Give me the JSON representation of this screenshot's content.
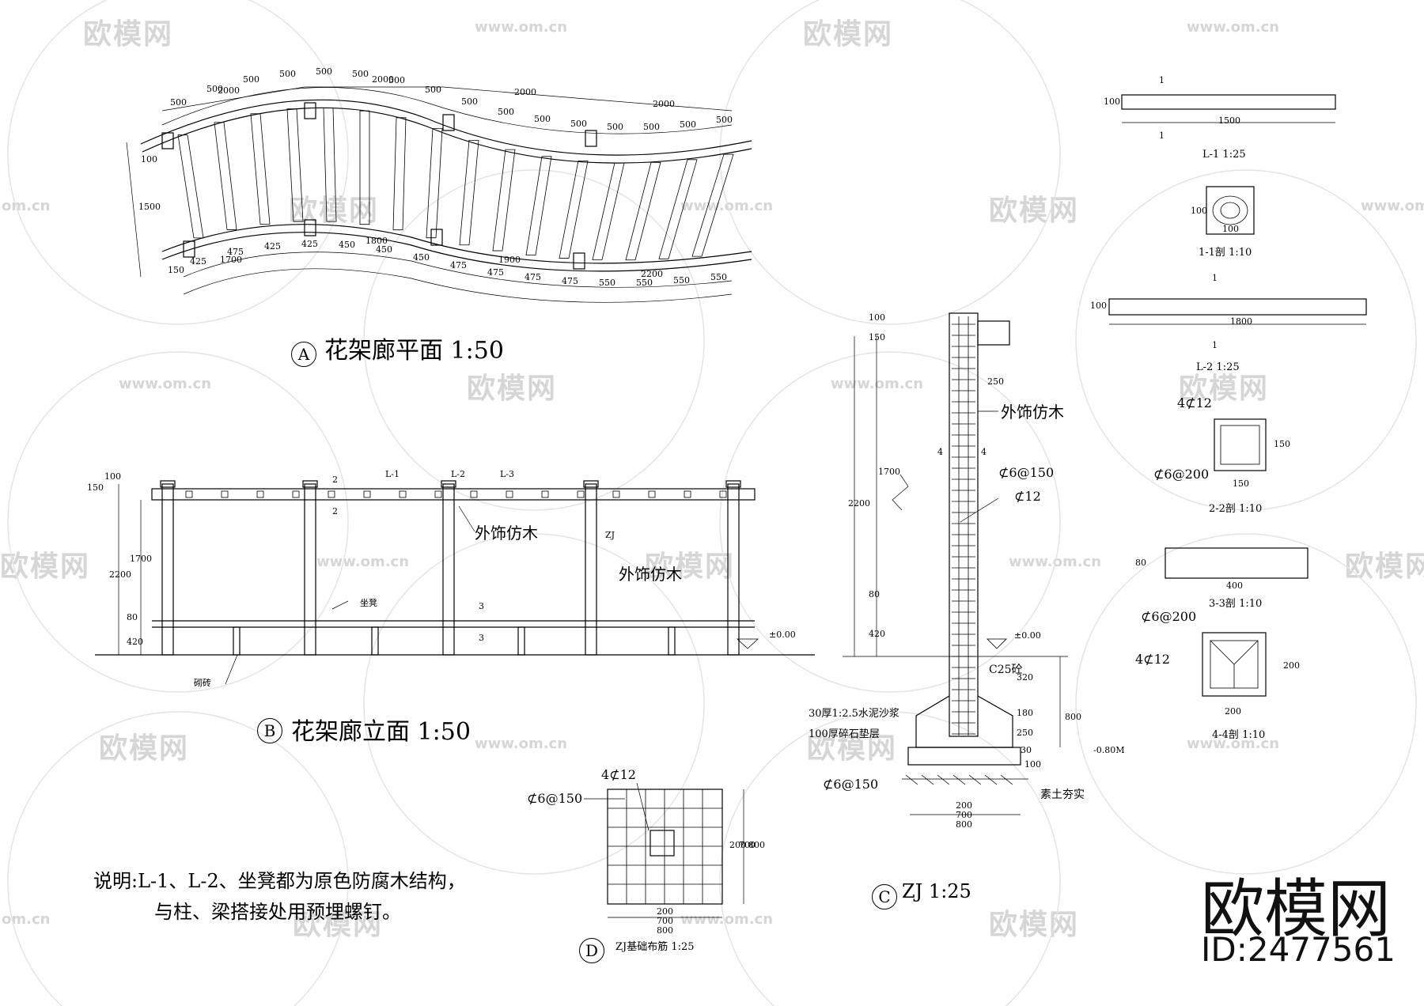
{
  "watermark": {
    "name": "欧模网",
    "url": "www.om.cn",
    "url_fragment": "om.cn"
  },
  "plan": {
    "title": "花架廊平面 1:50",
    "tag": "A",
    "top_dims": [
      "2000",
      "2000",
      "2000",
      "2000"
    ],
    "top_sub_dims": [
      "500",
      "500",
      "500",
      "500",
      "500",
      "500",
      "500",
      "500",
      "500",
      "500",
      "500",
      "500",
      "500",
      "500",
      "500",
      "500"
    ],
    "bottom_dims": [
      "1700",
      "1800",
      "1900",
      "2200"
    ],
    "bottom_sub_dims": [
      "425",
      "475",
      "425",
      "425",
      "450",
      "450",
      "450",
      "475",
      "475",
      "475",
      "475",
      "550",
      "550",
      "550",
      "550"
    ],
    "side_dims": [
      "100",
      "1500",
      "150"
    ]
  },
  "elevation": {
    "title": "花架廊立面 1:50",
    "tag": "B",
    "labels": {
      "l1": "L-1",
      "l2": "L-2",
      "l3": "L-3",
      "zj": "ZJ",
      "wood1": "外饰仿木",
      "wood2": "外饰仿木",
      "bench": "坐凳",
      "brick": "砌砖",
      "level": "±0.00"
    },
    "section_marks": [
      "2",
      "2",
      "3",
      "3"
    ],
    "vert_dims": [
      "150",
      "100",
      "2200",
      "1700",
      "80",
      "420"
    ]
  },
  "column": {
    "title": "ZJ 1:25",
    "tag": "C",
    "labels": {
      "wood": "外饰仿木",
      "stirrup": "⊄6@150",
      "bar": "⊄12",
      "mark": "4",
      "level": "±0.00",
      "concrete": "C25砼",
      "mortar": "30厚1:2.5水泥沙浆",
      "gravel": "100厚碎石垫层",
      "base_bar": "⊄6@150",
      "soil": "素土夯实",
      "depth": "-0.80M"
    },
    "dims": [
      "100",
      "150",
      "250",
      "1700",
      "2200",
      "80",
      "420",
      "320",
      "180",
      "250",
      "30",
      "800",
      "100",
      "200",
      "700",
      "800"
    ]
  },
  "footing": {
    "title": "ZJ基础布筋 1:25",
    "tag": "D",
    "labels": {
      "bars": "4⊄12",
      "stirrup": "⊄6@150"
    },
    "dims": [
      "200",
      "700",
      "800",
      "200",
      "700",
      "800"
    ]
  },
  "details": {
    "l1": {
      "title": "L-1 1:25",
      "length": "1500",
      "height": "100",
      "mark": "1"
    },
    "s11": {
      "title": "1-1剖 1:10",
      "w": "100",
      "h": "100"
    },
    "l2": {
      "title": "L-2 1:25",
      "length": "1800",
      "height": "100",
      "mark": "1"
    },
    "s22": {
      "title": "2-2剖 1:10",
      "bars": "4⊄12",
      "stirrup": "⊄6@200",
      "w": "150",
      "h": "150"
    },
    "s33": {
      "title": "3-3剖 1:10",
      "w": "400",
      "h": "80"
    },
    "s44": {
      "title": "4-4剖 1:10",
      "bars": "4⊄12",
      "stirrup": "⊄6@200",
      "w": "200",
      "h": "200"
    }
  },
  "note": {
    "line1": "说明:L-1、L-2、坐凳都为原色防腐木结构，",
    "line2": "与柱、梁搭接处用预埋螺钉。"
  },
  "brand": {
    "name": "欧模网",
    "id": "ID:2477561"
  }
}
